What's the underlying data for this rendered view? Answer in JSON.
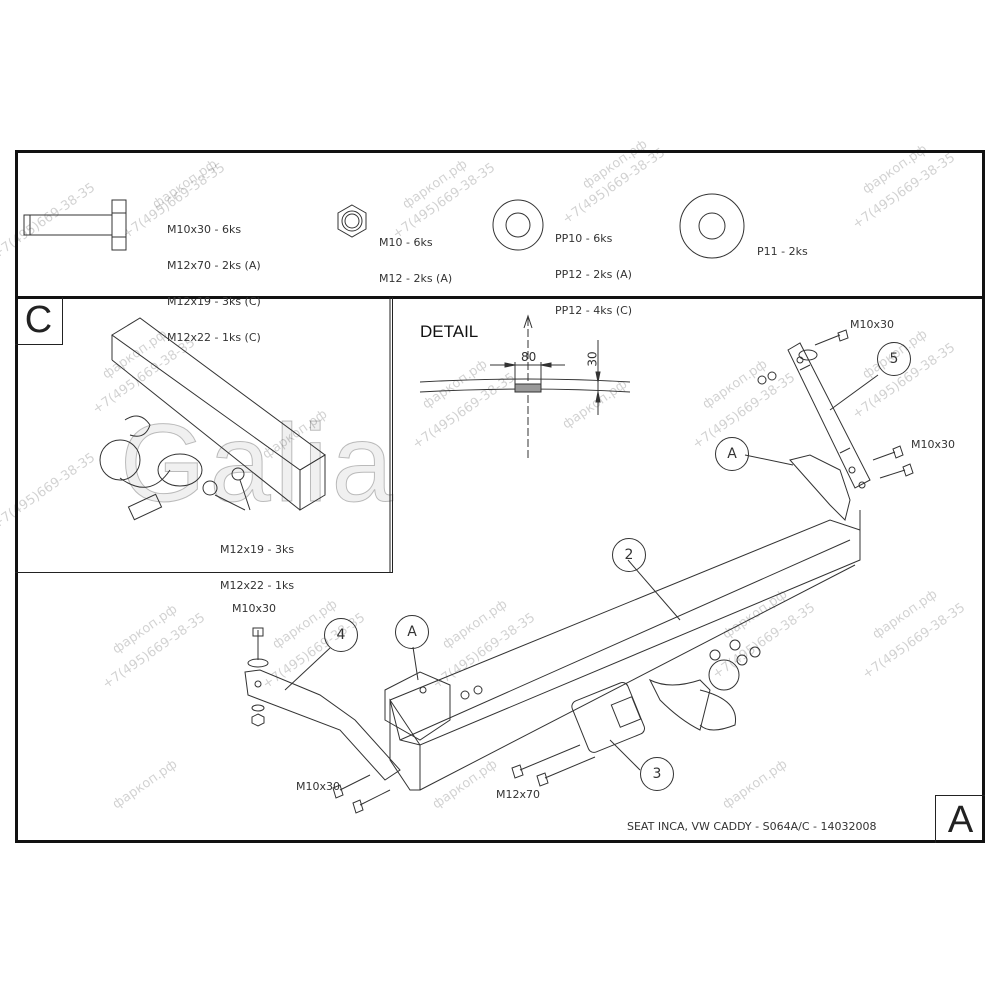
{
  "drawing": {
    "title_block": "SEAT INCA, VW CADDY - S064A/C - 14032008",
    "sheet_label_A": "A",
    "section_label_C": "C",
    "detail_title": "DETAIL",
    "detail_dimensions": {
      "width": "80",
      "height": "30"
    }
  },
  "parts_list": {
    "bolts": [
      "M10x30 - 6ks",
      "M12x70 - 2ks (A)",
      "M12x19 - 3ks (C)",
      "M12x22 - 1ks (C)"
    ],
    "nuts": [
      "M10 - 6ks",
      "M12 - 2ks (A)"
    ],
    "spring_washers": [
      "PP10 - 6ks",
      "PP12 - 2ks (A)",
      "PP12 - 4ks (C)"
    ],
    "flat_washers": [
      "P11 - 2ks"
    ]
  },
  "section_c": {
    "bolt_labels": [
      "M12x19 - 3ks",
      "M12x22 - 1ks"
    ]
  },
  "assembly": {
    "callouts": {
      "part2": "2",
      "part3": "3",
      "part4": "4",
      "part5": "5",
      "ref_a_right": "A",
      "ref_a_left": "A"
    },
    "bolt_labels": {
      "bracket5_top": "M10x30",
      "bracket5_side": "M10x30",
      "bracket4_top": "M10x30",
      "bracket4_bottom": "M10x30",
      "ball_plate": "M12x70"
    }
  },
  "watermark": {
    "site": "фаркоп.рф",
    "phone": "+7(495)669-38-35",
    "brand": "Galia"
  }
}
